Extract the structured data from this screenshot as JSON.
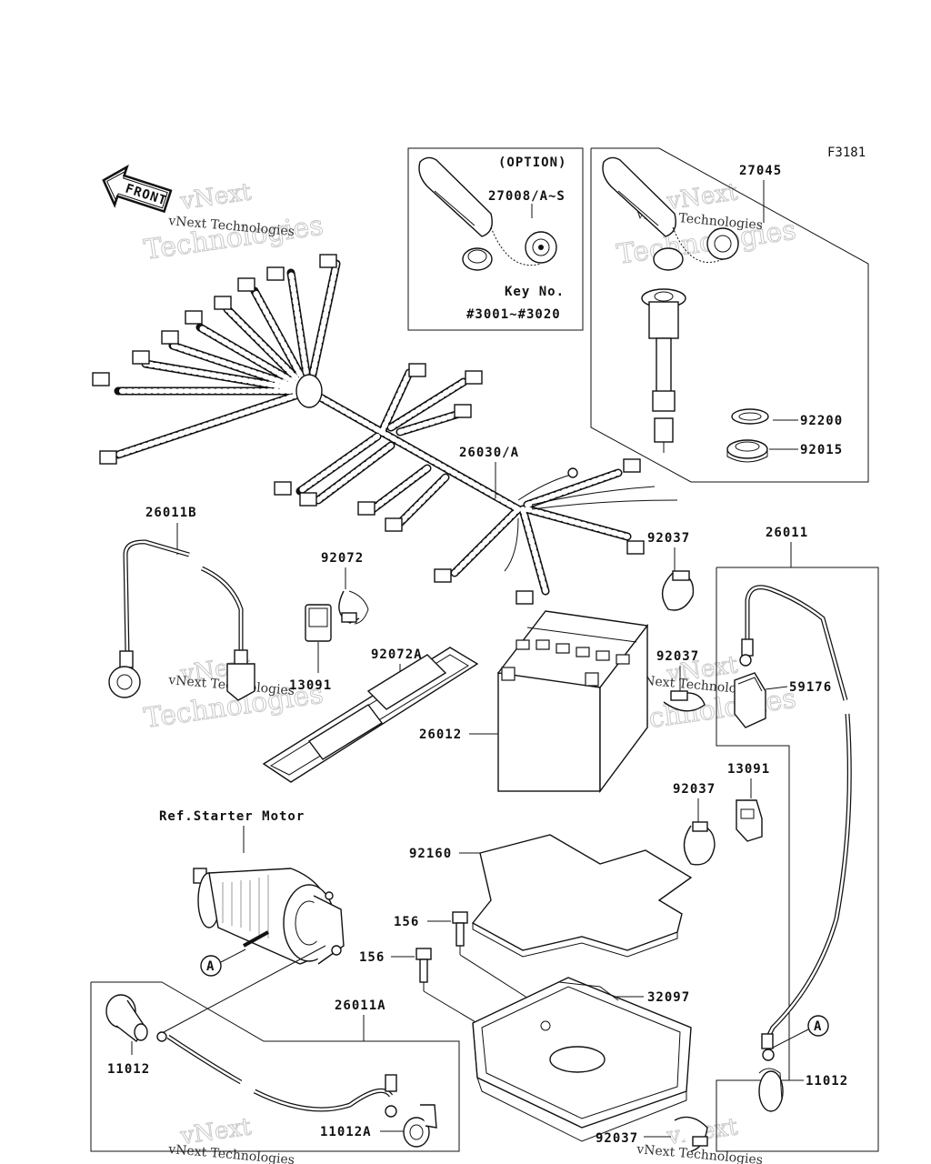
{
  "figure_code": "F3181",
  "front_label": "FRONT",
  "option_box": {
    "title": "(OPTION)",
    "part": "27008/A~S",
    "key_label": "Key No.",
    "key_range": "#3001~#3020"
  },
  "callouts": {
    "p27045": "27045",
    "p92200": "92200",
    "p92015": "92015",
    "p26030": "26030/A",
    "p26011B": "26011B",
    "p92072": "92072",
    "p92037_a": "92037",
    "p26011": "26011",
    "p13091_a": "13091",
    "p92072A": "92072A",
    "p92037_b": "92037",
    "p59176": "59176",
    "p26012": "26012",
    "p13091_b": "13091",
    "p92037_c": "92037",
    "p_ref_starter": "Ref.Starter Motor",
    "p92160": "92160",
    "p156_a": "156",
    "p156_b": "156",
    "p32097": "32097",
    "p26011A": "26011A",
    "p11012_a": "11012",
    "p11012_b": "11012",
    "p11012A": "11012A",
    "p92037_d": "92037",
    "ref_a1": "A",
    "ref_a2": "A"
  },
  "watermark": {
    "line1": "vNext",
    "line2": "Technologies",
    "small": "vNext Technologies"
  }
}
